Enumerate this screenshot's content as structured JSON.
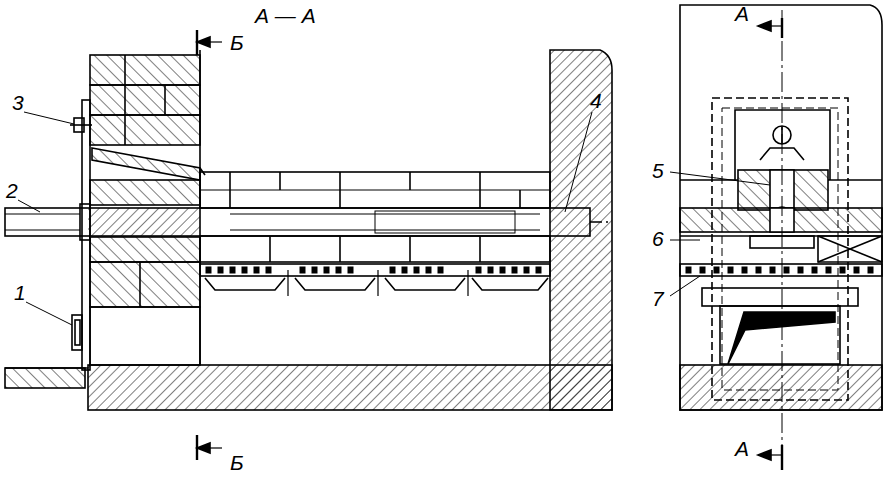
{
  "diagram": {
    "labels": [
      "А — А",
      "Б",
      "3",
      "2",
      "4",
      "1",
      "Б",
      "А",
      "5",
      "6",
      "7",
      "А"
    ]
  }
}
